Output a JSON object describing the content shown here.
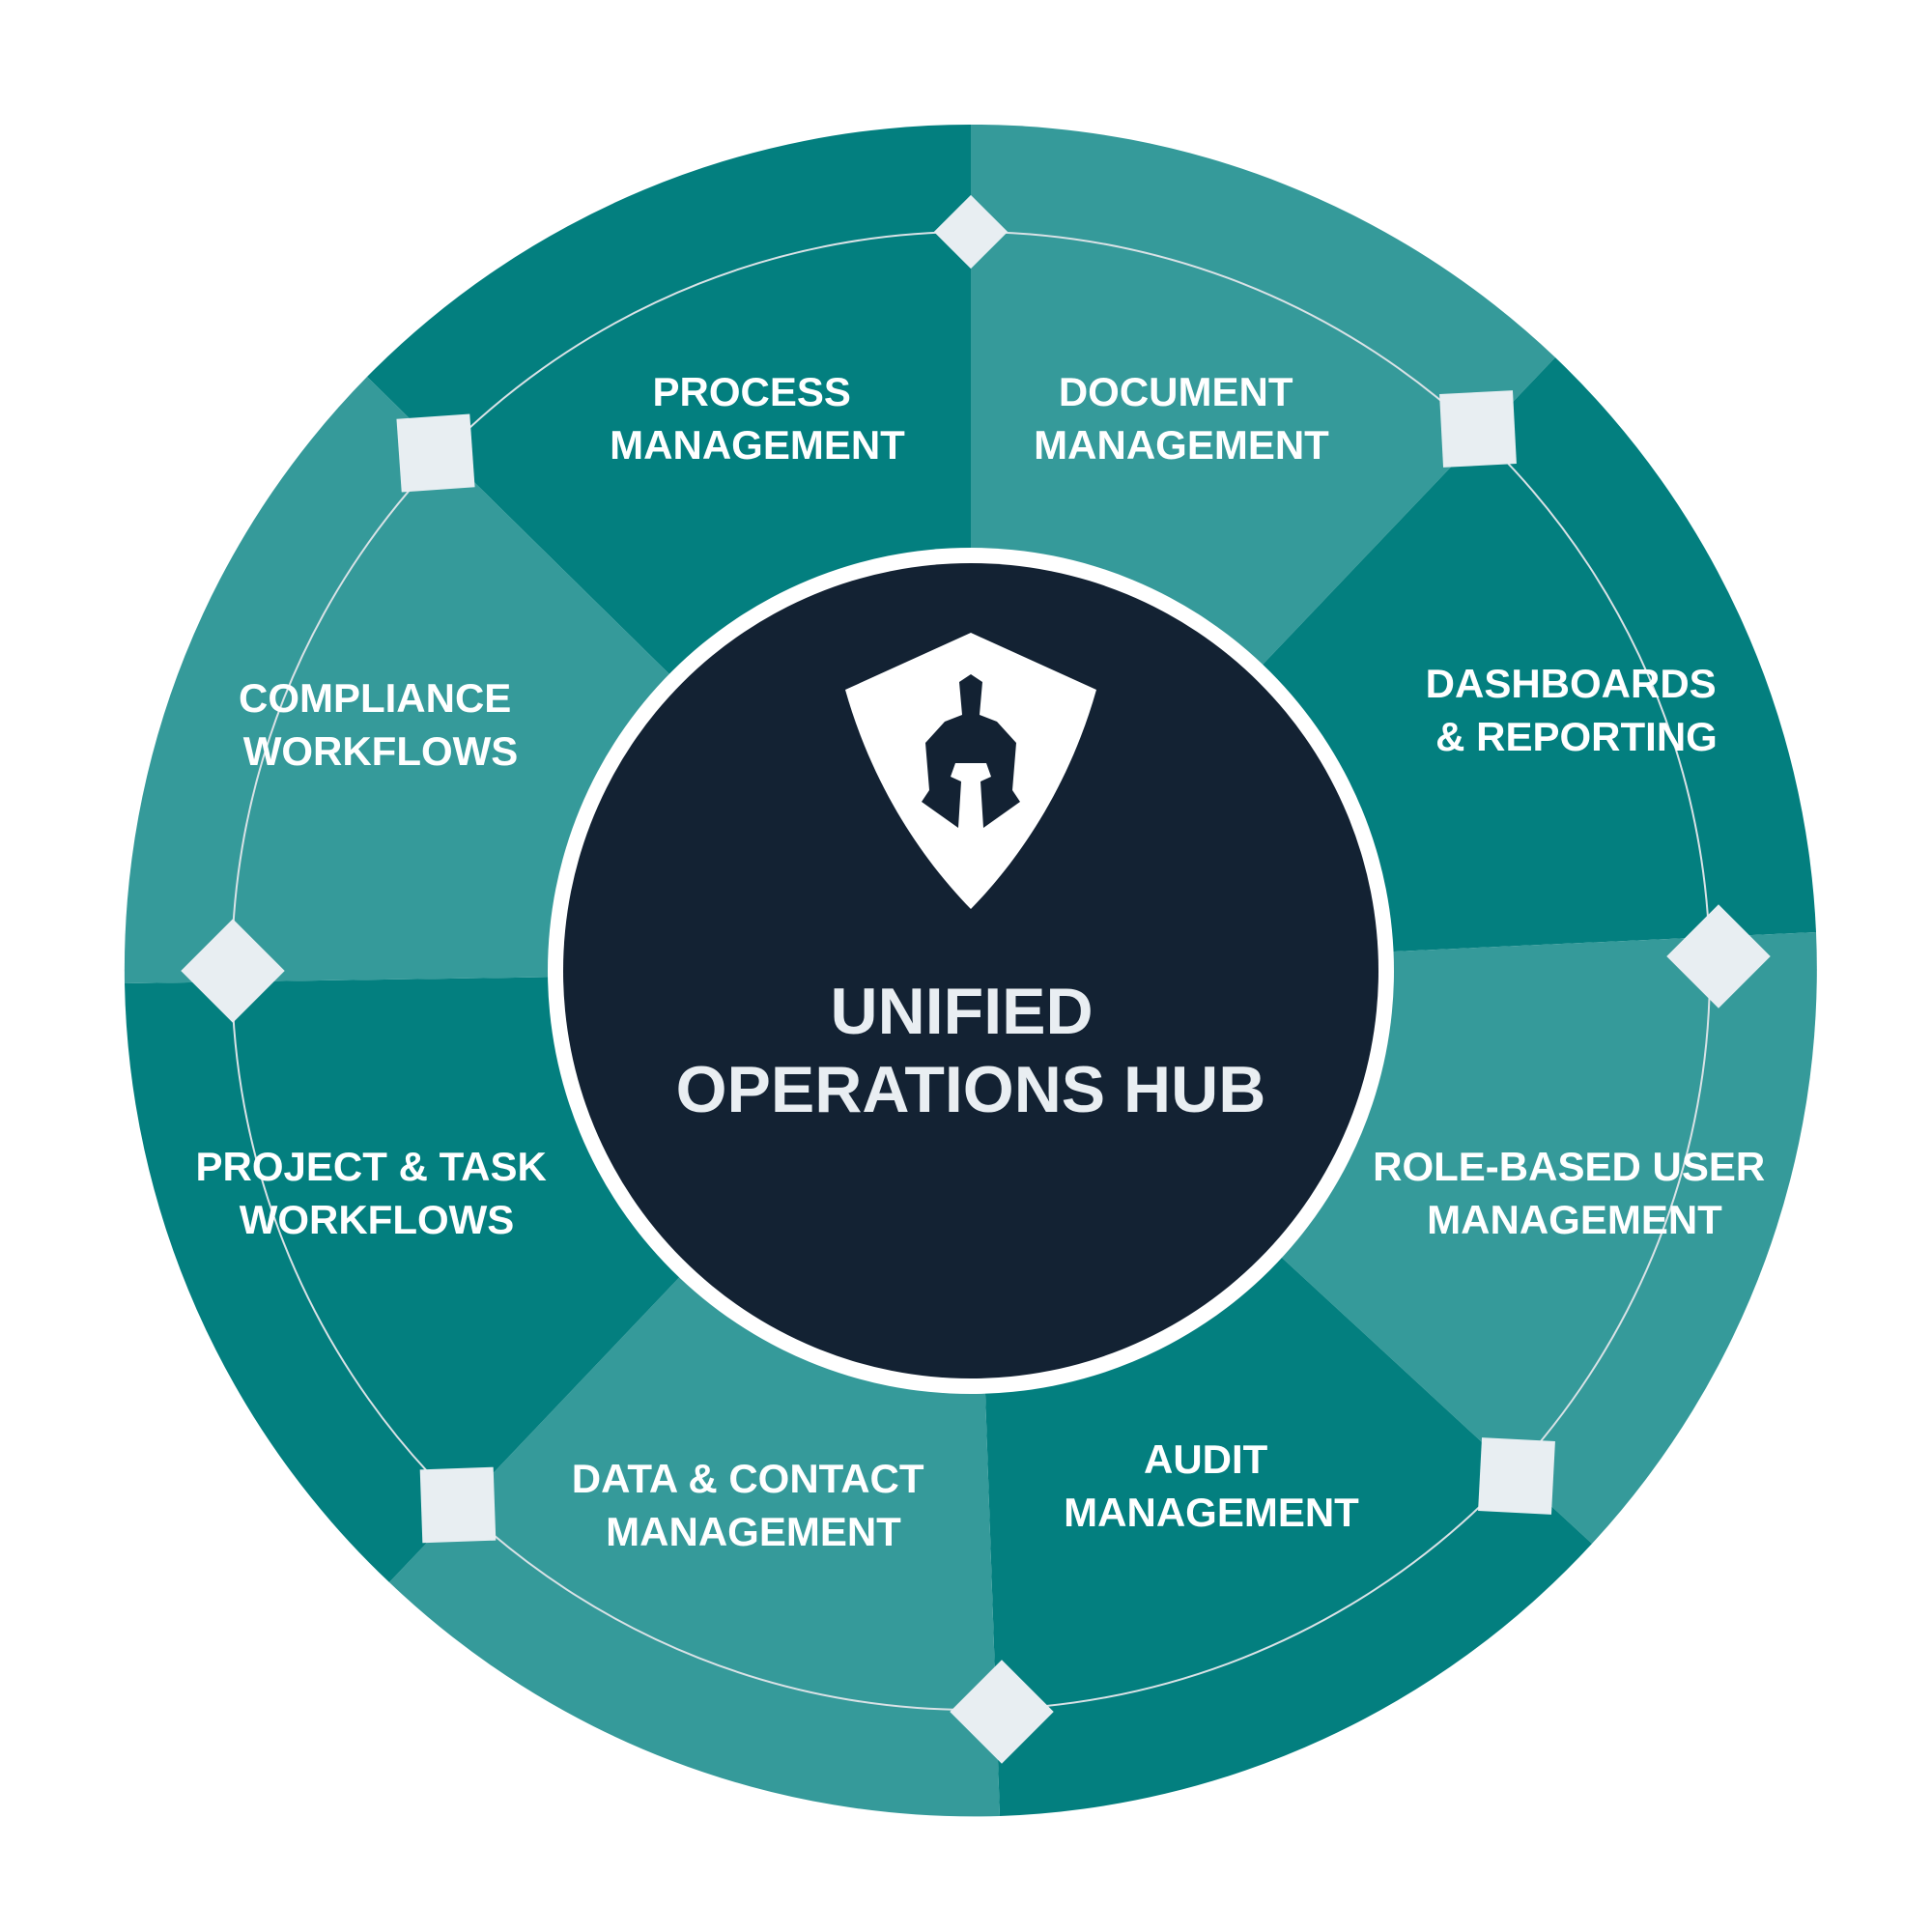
{
  "hub": {
    "title_line1": "UNIFIED",
    "title_line2": "OPERATIONS HUB",
    "logo_icon": "spartan-helmet-shield-icon"
  },
  "segments": [
    {
      "line1": "PROCESS",
      "line2": "MANAGEMENT"
    },
    {
      "line1": "DOCUMENT",
      "line2": "MANAGEMENT"
    },
    {
      "line1": "DASHBOARDS",
      "line2": "& REPORTING"
    },
    {
      "line1": "ROLE-BASED USER",
      "line2": "MANAGEMENT"
    },
    {
      "line1": "AUDIT",
      "line2": "MANAGEMENT"
    },
    {
      "line1": "DATA & CONTACT",
      "line2": "MANAGEMENT"
    },
    {
      "line1": "PROJECT & TASK",
      "line2": "WORKFLOWS"
    },
    {
      "line1": "COMPLIANCE",
      "line2": "WORKFLOWS"
    }
  ],
  "connector_icons": [
    "diamond-marker",
    "square-marker"
  ],
  "colors": {
    "segment_dark": "#037f7f",
    "segment_light": "#359a9a",
    "hub_fill": "#132233",
    "hub_ring": "#ffffff",
    "marker_fill": "#e8eef2",
    "orbit_line": "#d9e2e6"
  }
}
